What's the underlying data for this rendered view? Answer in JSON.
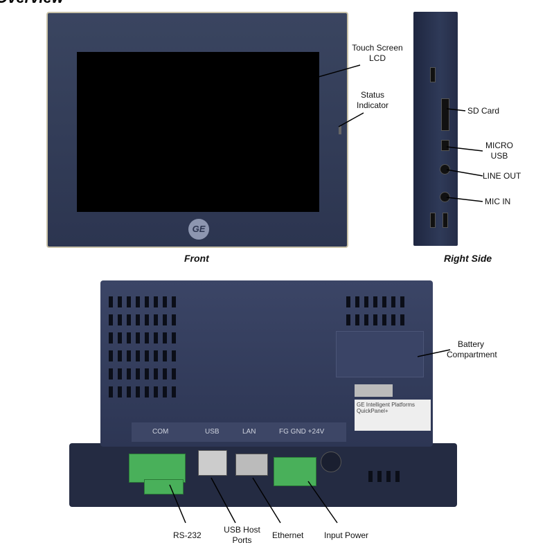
{
  "title": "Overview",
  "front": {
    "caption": "Front",
    "logo": "GE",
    "callouts": {
      "lcd": "Touch Screen LCD",
      "status": "Status Indicator"
    }
  },
  "side": {
    "caption": "Right Side",
    "callouts": {
      "sd": "SD Card",
      "usb": "MICRO USB",
      "lineout": "LINE OUT",
      "mic": "MIC IN"
    }
  },
  "back": {
    "port_labels": {
      "com": "COM",
      "usb": "USB",
      "lan": "LAN",
      "power": "FG GND +24V"
    },
    "sticker": "GE Intelligent Platforms QuickPanel+",
    "callouts": {
      "battery": "Battery Compartment",
      "rs232": "RS-232",
      "usbhost": "USB Host Ports",
      "ethernet": "Ethernet",
      "power": "Input Power"
    }
  }
}
